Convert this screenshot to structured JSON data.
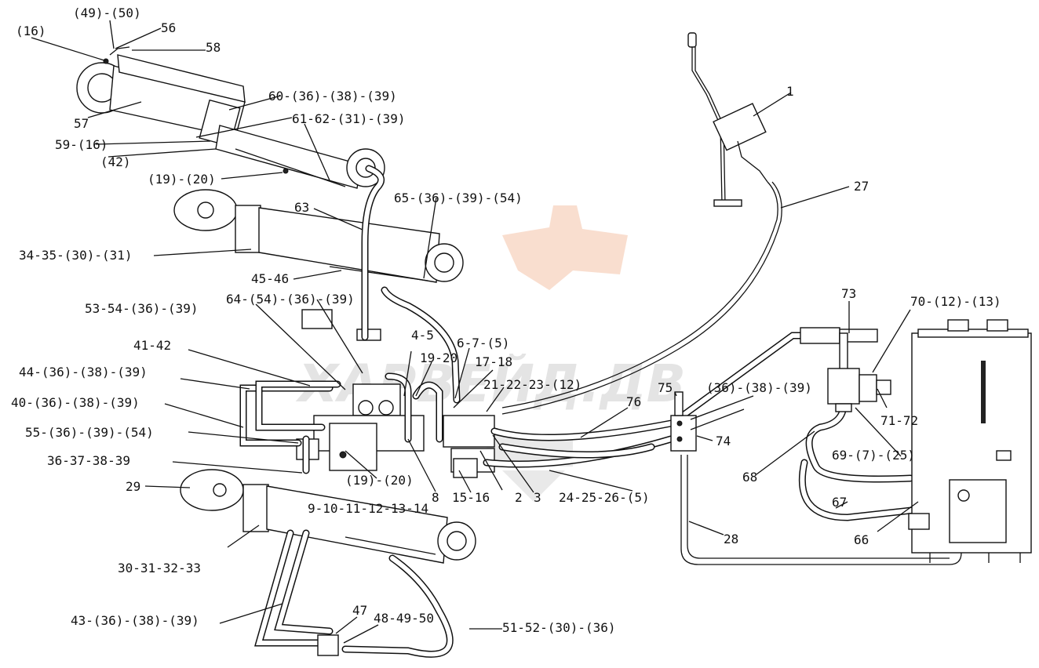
{
  "watermark": {
    "text": "ХАРВЕЙД.ДВ",
    "colors": {
      "logo": "#f4c2a8",
      "text": "#c8c8c8"
    }
  },
  "labels": {
    "l_49_50": "(49)-(50)",
    "l_16": "(16)",
    "l_56": "56",
    "l_58": "58",
    "l_60": "60-(36)-(38)-(39)",
    "l_57": "57",
    "l_61": "61-62-(31)-(39)",
    "l_59": "59-(16)",
    "l_42": "(42)",
    "l_19_20_top": "(19)-(20)",
    "l_65": "65-(36)-(39)-(54)",
    "l_63": "63",
    "l_34": "34-35-(30)-(31)",
    "l_45": "45-46",
    "l_64": "64-(54)-(36)-(39)",
    "l_53": "53-54-(36)-(39)",
    "l_4_5": "4-5",
    "l_6_7": "6-7-(5)",
    "l_19_20_mid": "19-20",
    "l_17_18": "17-18",
    "l_41_42": "41-42",
    "l_21": "21-22-23-(12)",
    "l_44": "44-(36)-(38)-(39)",
    "l_40": "40-(36)-(38)-(39)",
    "l_55": "55-(36)-(39)-(54)",
    "l_36_39": "36-37-38-39",
    "l_19_20_low": "(19)-(20)",
    "l_29": "29",
    "l_8": "8",
    "l_15_16": "15-16",
    "l_2": "2",
    "l_3": "3",
    "l_9_14": "9-10-11-12-13-14",
    "l_30_33": "30-31-32-33",
    "l_43": "43-(36)-(38)-(39)",
    "l_47": "47",
    "l_48": "48-49-50",
    "l_51": "51-52-(30)-(36)",
    "l_1": "1",
    "l_27": "27",
    "l_73": "73",
    "l_70": "70-(12)-(13)",
    "l_75": "75",
    "l_36_38_39": "(36)-(38)-(39)",
    "l_76": "76",
    "l_74": "74",
    "l_71_72": "71-72",
    "l_24": "24-25-26-(5)",
    "l_68": "68",
    "l_69": "69-(7)-(25)",
    "l_67": "67",
    "l_66": "66",
    "l_28": "28"
  }
}
